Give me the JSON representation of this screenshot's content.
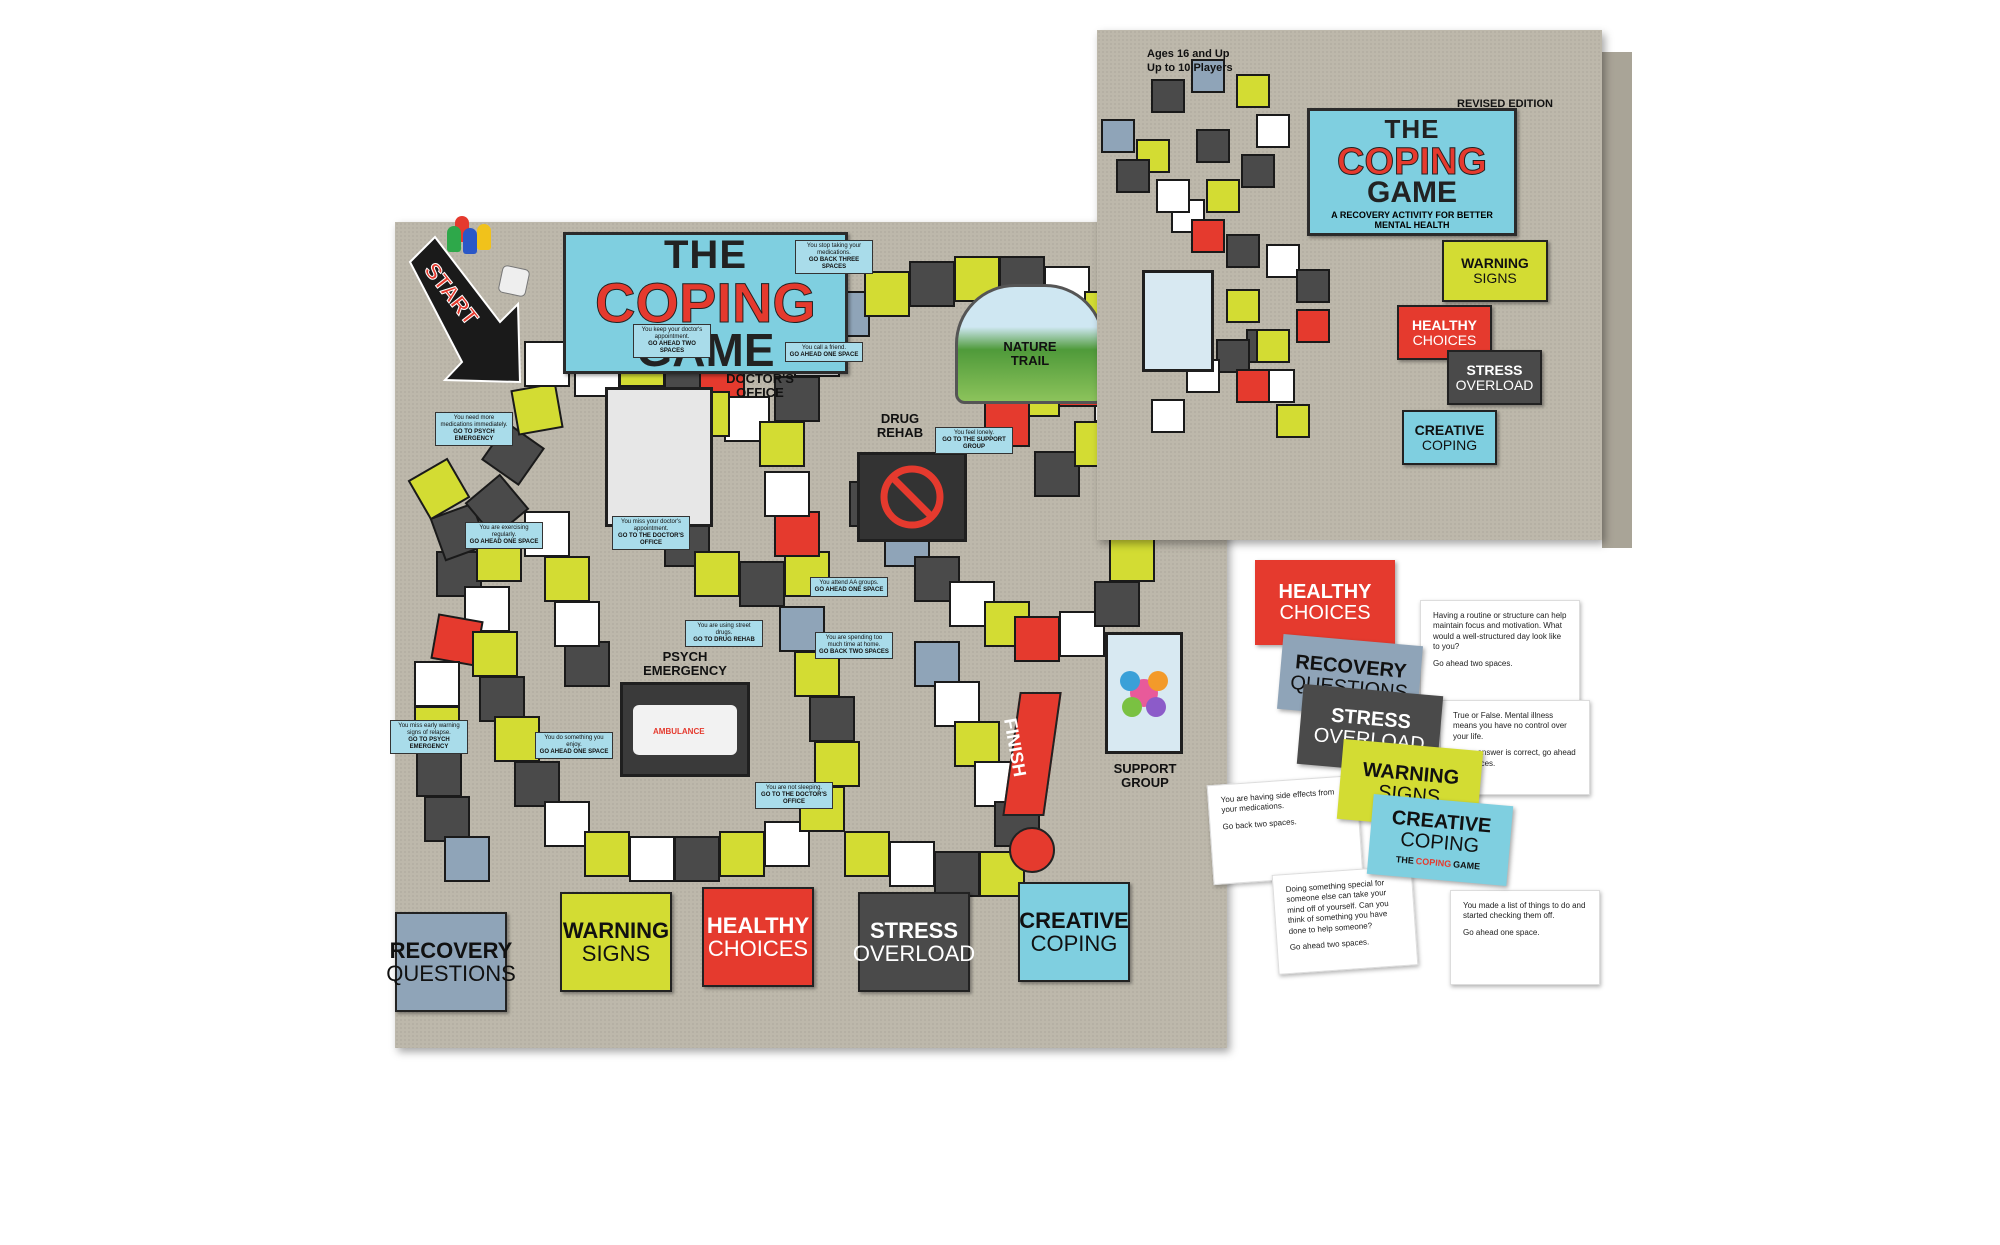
{
  "board": {
    "title": {
      "line1": "THE",
      "line2": "COPING",
      "line3": "GAME"
    },
    "start_label": "START",
    "finish_label": "FINISH",
    "locations": {
      "doctors_office": "DOCTOR'S OFFICE",
      "drug_rehab": "DRUG REHAB",
      "nature_trail": "NATURE TRAIL",
      "psych_emergency": "PSYCH EMERGENCY",
      "support_group": "SUPPORT GROUP",
      "ambulance_text": "AMBULANCE"
    },
    "notes": [
      {
        "text": "You need more medications immediately.",
        "action": "GO TO PSYCH EMERGENCY"
      },
      {
        "text": "You keep your doctor's appointment.",
        "action": "GO AHEAD TWO SPACES"
      },
      {
        "text": "You stop taking your medications.",
        "action": "GO BACK THREE SPACES"
      },
      {
        "text": "You call a friend.",
        "action": "GO AHEAD ONE SPACE"
      },
      {
        "text": "You are exercising regularly.",
        "action": "GO AHEAD ONE SPACE"
      },
      {
        "text": "You miss your doctor's appointment.",
        "action": "GO TO THE DOCTOR'S OFFICE"
      },
      {
        "text": "You feel lonely.",
        "action": "GO TO THE SUPPORT GROUP"
      },
      {
        "text": "You attend AA groups.",
        "action": "GO AHEAD ONE SPACE"
      },
      {
        "text": "You are using street drugs.",
        "action": "GO TO DRUG REHAB"
      },
      {
        "text": "You are spending too much time at home.",
        "action": "GO BACK TWO SPACES"
      },
      {
        "text": "You miss early warning signs of relapse.",
        "action": "GO TO PSYCH EMERGENCY"
      },
      {
        "text": "You do something you enjoy.",
        "action": "GO AHEAD ONE SPACE"
      },
      {
        "text": "You are not sleeping.",
        "action": "GO TO THE DOCTOR'S OFFICE"
      }
    ],
    "bottom_signs": [
      {
        "line1": "RECOVERY",
        "line2": "QUESTIONS",
        "color": "#8fa4b8"
      },
      {
        "line1": "WARNING",
        "line2": "SIGNS",
        "color": "#d3dc33"
      },
      {
        "line1": "HEALTHY",
        "line2": "CHOICES",
        "color": "#e53a2e"
      },
      {
        "line1": "STRESS",
        "line2": "OVERLOAD",
        "color": "#4a4a4a"
      },
      {
        "line1": "CREATIVE",
        "line2": "COPING",
        "color": "#7fcfe0"
      }
    ]
  },
  "box": {
    "ages": "Ages 16 and Up",
    "players": "Up to 10 Players",
    "edition": "REVISED EDITION",
    "title": {
      "line1": "THE",
      "line2": "COPING",
      "line3": "GAME"
    },
    "subtitle": "A RECOVERY ACTIVITY FOR BETTER MENTAL HEALTH",
    "signs": [
      {
        "line1": "WARNING",
        "line2": "SIGNS",
        "color": "#d3dc33"
      },
      {
        "line1": "HEALTHY",
        "line2": "CHOICES",
        "color": "#e53a2e"
      },
      {
        "line1": "STRESS",
        "line2": "OVERLOAD",
        "color": "#4a4a4a"
      },
      {
        "line1": "CREATIVE",
        "line2": "COPING",
        "color": "#7fcfe0"
      }
    ]
  },
  "cards": {
    "decks": [
      {
        "line1": "HEALTHY",
        "line2": "CHOICES",
        "color": "#e53a2e"
      },
      {
        "line1": "RECOVERY",
        "line2": "QUESTIONS",
        "color": "#8fa4b8"
      },
      {
        "line1": "STRESS",
        "line2": "OVERLOAD",
        "color": "#4a4a4a"
      },
      {
        "line1": "WARNING",
        "line2": "SIGNS",
        "color": "#d3dc33"
      },
      {
        "line1": "CREATIVE",
        "line2": "COPING",
        "color": "#7fcfe0"
      }
    ],
    "logo": {
      "line1": "THE",
      "line2": "COPING",
      "line3": "GAME"
    },
    "texts": [
      {
        "body": "Having a routine or structure can help maintain focus and motivation. What would a well-structured day look like to you?",
        "footer": "Go ahead two spaces."
      },
      {
        "body": "True or False. Mental illness means you have no control over your life.",
        "footer": "If your answer is correct, go ahead two spaces."
      },
      {
        "body": "You are having side effects from your medications.",
        "footer": "Go back two spaces."
      },
      {
        "body": "Doing something special for someone else can take your mind off of yourself. Can you think of something you have done to help someone?",
        "footer": "Go ahead two spaces."
      },
      {
        "body": "You made a list of things to do and started checking them off.",
        "footer": "Go ahead one space."
      }
    ]
  }
}
